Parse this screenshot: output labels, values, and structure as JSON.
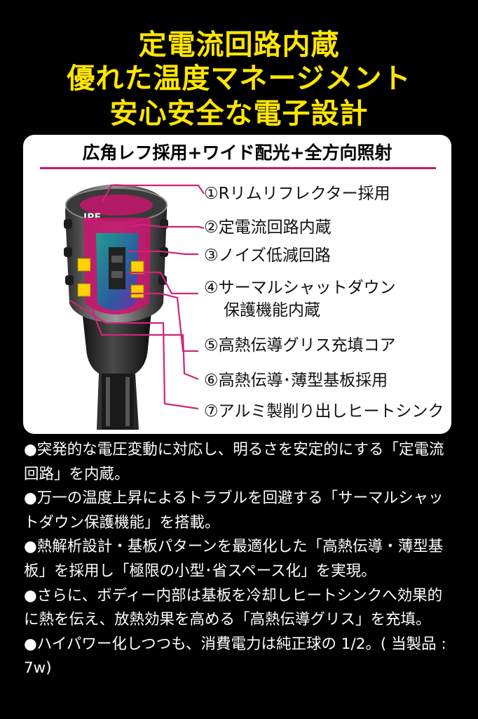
{
  "headlines": [
    "定電流回路内蔵",
    "優れた温度マネージメント",
    "安心安全な電子設計"
  ],
  "panel": {
    "title": "広角レフ採用+ワイド配光+全方向照射",
    "features": [
      "①Rリムリフレクター採用",
      "②定電流回路内蔵",
      "③ノイズ低減回路",
      "④サーマルシャットダウン",
      "保護機能内蔵",
      "⑤高熱伝導グリス充填コア",
      "⑥高熱伝導･薄型基板採用",
      "⑦アルミ製削り出しヒートシンク"
    ],
    "logo": "IPF",
    "colors": {
      "accent": "#c8156f",
      "line": "#d0247a"
    }
  },
  "paragraphs": [
    "●突発的な電圧変動に対応し、明るさを安定的にする「定電流回路」を内蔵。",
    "●万一の温度上昇によるトラブルを回避する「サーマルシャットダウン保護機能」を搭載。",
    "●熱解析設計・基板パターンを最適化した「高熱伝導・薄型基板」を採用し「極限の小型･省スペース化」を実現。",
    "●さらに、ボディー内部は基板を冷却しヒートシンクへ効果的に熱を伝え、放熱効果を高める「高熱伝導グリス」を充填。",
    "●ハイパワー化しつつも、消費電力は純正球の 1/2。( 当製品 : 7w)"
  ]
}
